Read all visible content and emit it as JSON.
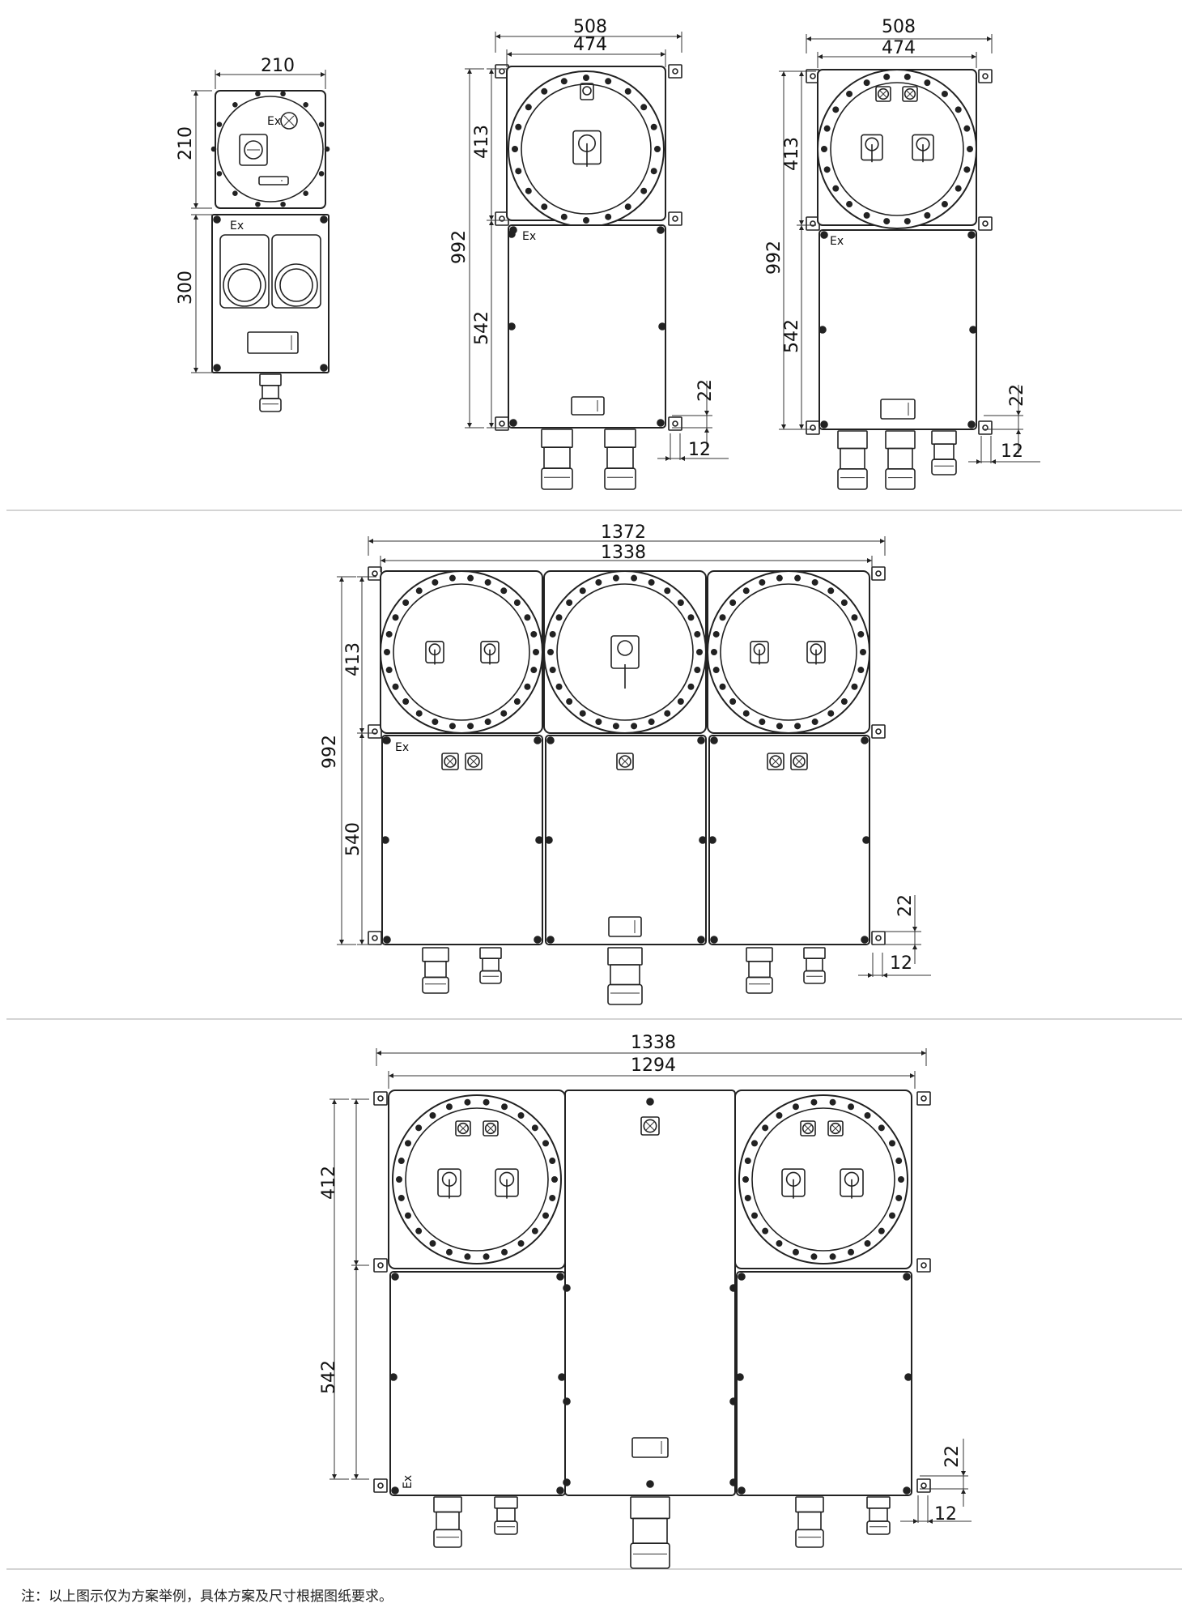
{
  "dimensions": {
    "d210w": "210",
    "d210h": "210",
    "d300": "300",
    "d508": "508",
    "d474": "474",
    "d992": "992",
    "d413": "413",
    "d542": "542",
    "d22": "22",
    "d12": "12",
    "d1372": "1372",
    "d1338": "1338",
    "d540": "540",
    "d1294": "1294",
    "d412": "412"
  },
  "marks": {
    "ex": "Ex"
  },
  "note": "注：以上图示仅为方案举例，具体方案及尺寸根据图纸要求。",
  "colors": {
    "line": "#222222",
    "separator": "#bbbbbb"
  }
}
